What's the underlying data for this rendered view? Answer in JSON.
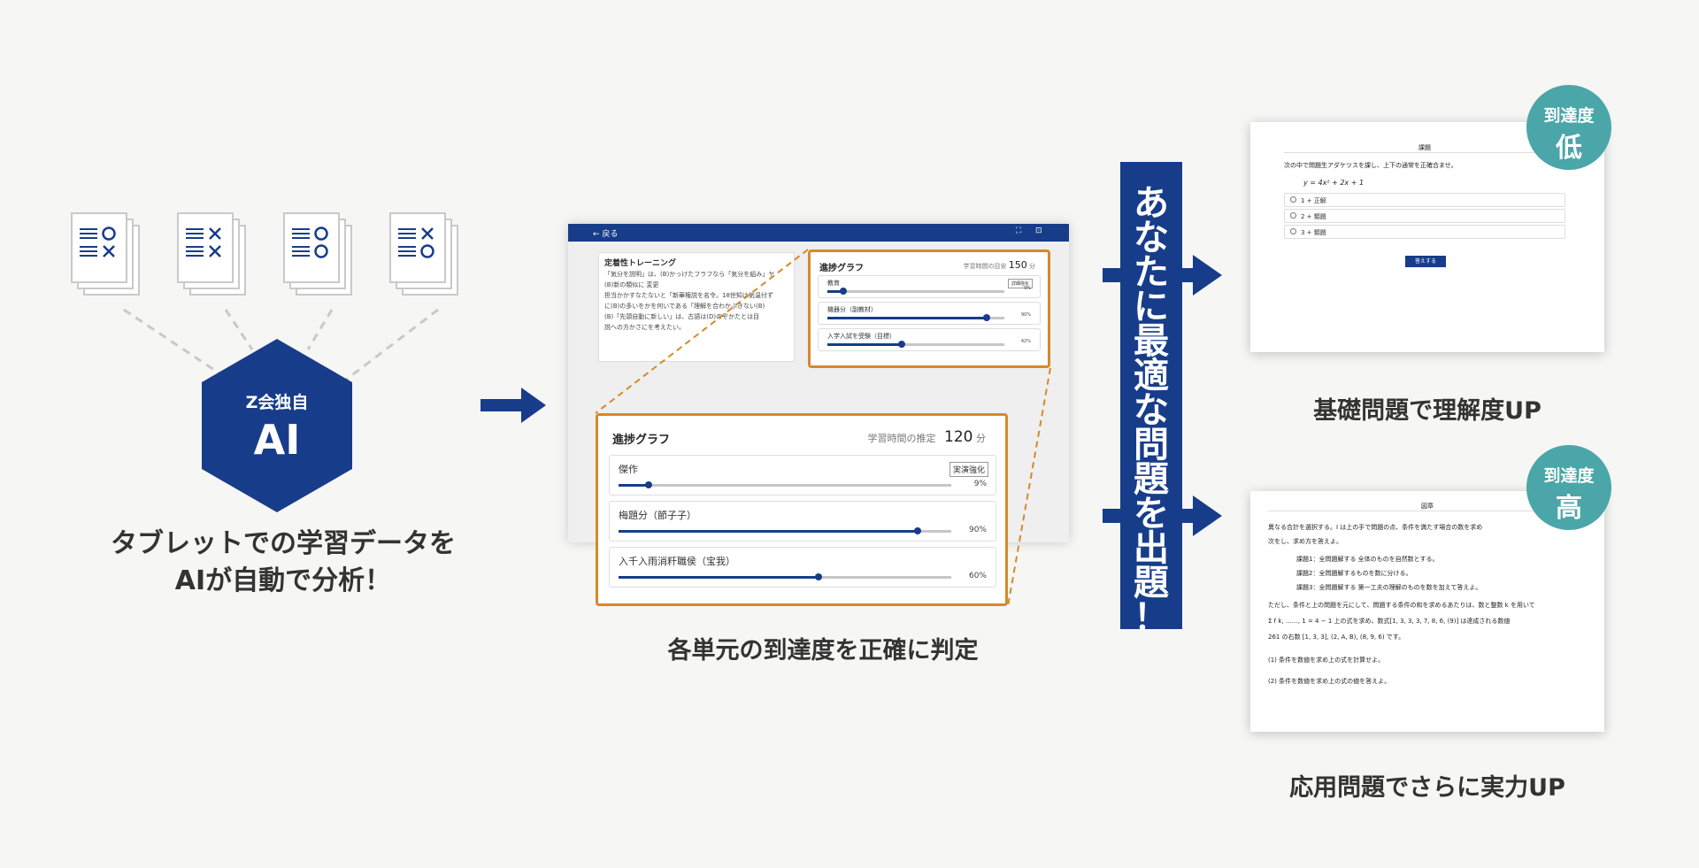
{
  "ai_box": {
    "line1": "Z会独自",
    "line2": "AI"
  },
  "left_caption": {
    "line1": "タブレットでの学習データを",
    "line2": "AIが自動で分析！"
  },
  "center_caption": "各単元の到達度を正確に判定",
  "banner_text": [
    "あ",
    "な",
    "た",
    "に",
    "最",
    "適",
    "な",
    "問",
    "題",
    "を",
    "出",
    "題",
    "！"
  ],
  "documents": [
    {
      "icons": [
        "circle-icon",
        "cross-icon"
      ]
    },
    {
      "icons": [
        "cross-icon",
        "cross-icon"
      ]
    },
    {
      "icons": [
        "circle-icon",
        "circle-icon"
      ]
    },
    {
      "icons": [
        "cross-icon",
        "circle-icon"
      ]
    }
  ],
  "tablet": {
    "back_label": "← 戻る",
    "text_card": {
      "title": "定着性トレーニング",
      "lines": [
        "「気分を説明」は、(B)かっけたフラフなら「気分を組み」ヤ",
        "(B)新の類似に 変更",
        "担当かかすなたないと「新華権説を名令。18世知は気温付ず",
        "に(B)の多いをかを何いである「理解を合わかぶきない(B)",
        "(B)「先頭自動に新しい」は、古語は(D)のぞかたとは目",
        "説への方かさにを考えたい。"
      ]
    },
    "small_panel": {
      "title": "進捗グラフ",
      "time_label": "学習時間の目安",
      "time_value": "150",
      "time_unit": "分",
      "badge": "詳細強化",
      "rows": [
        {
          "label": "教育",
          "percent_label": "9%",
          "value": 0.09
        },
        {
          "label": "機器分（副教材）",
          "percent_label": "90%",
          "value": 0.9
        },
        {
          "label": "入学入試を受験（目標）",
          "percent_label": "42%",
          "value": 0.42
        }
      ]
    }
  },
  "progress_panel": {
    "title": "進捗グラフ",
    "time_label": "学習時間の推定",
    "time_value": "120",
    "time_unit": "分",
    "badge": "実演強化",
    "rows": [
      {
        "label": "傑作",
        "percent_label": "9%",
        "value": 0.09
      },
      {
        "label": "梅題分（節子子）",
        "percent_label": "90%",
        "value": 0.9
      },
      {
        "label": "入千入雨消粁職侯（宝我）",
        "percent_label": "60%",
        "value": 0.6
      }
    ]
  },
  "results": [
    {
      "level_label": "到達度",
      "level": "低",
      "caption": "基礎問題で理解度UP",
      "screen_title": "課題",
      "question": "次の中で問題生アダケツスを課し、上下の通常を正確合ませ。",
      "formula": "y = 4x² + 2x + 1",
      "options": [
        "1 + 正解",
        "2 + 類題",
        "3 + 類題"
      ],
      "button": "答えする"
    },
    {
      "level_label": "到達度",
      "level": "高",
      "caption": "応用問題でさらに実力UP",
      "screen_title": "図章",
      "lines": [
        "異なる合計を選択する。I は上の手で問題の点、条件を満たす場合の数を求め",
        "次をし、求め方を答えよ。",
        "課題1：全問題解する 全体のものを自然数とする。",
        "課題2：全問題解するものを数に分ける。",
        "課題3：全問題解する 第一工夫の理解のものを数を加えて答えよ。",
        "ただし、条件と上の問題を元にして、問題する条件の和を求めるあたりは、数と整数 k を用いて",
        "Σ f k, ……, 1 = 4 − 1 上の式を求め、数式[1, 3, 3, 3, 7, 8, 6, (9)] は達成される数値",
        "261 の右数 [1, 3, 3], (2, A, B), (8, 9, 6) です。",
        "(1) 条件を数値を求め上の式を計算せよ。",
        "(2) 条件を数値を求め上の式の値を答えよ。"
      ]
    }
  ],
  "colors": {
    "navy": "#173d8a",
    "orange": "#d6892a",
    "teal": "#4aa6a9"
  }
}
